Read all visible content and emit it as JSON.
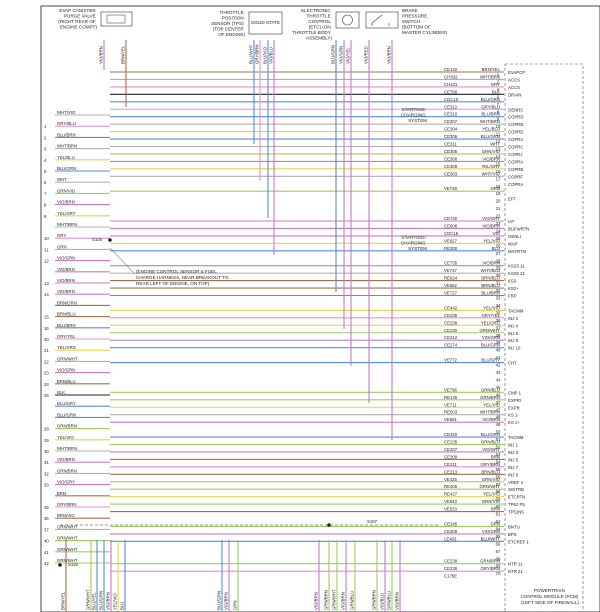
{
  "colors": {
    "border": "#333333",
    "background": "#ffffff",
    "wire_green": "#9ccf5a",
    "wire_yellow": "#e8d44a",
    "wire_violet": "#c67ac6",
    "wire_red": "#e05a6a",
    "wire_blue": "#5a8ad8",
    "wire_white": "#b0b0b0",
    "wire_pink": "#e58fd0",
    "wire_brown": "#a07050",
    "wire_black": "#222222"
  },
  "components": {
    "evap": [
      "EVAP CANISTER",
      "PURGE VALVE",
      "(RIGHT REAR OF",
      "ENGINE COMPT)"
    ],
    "tps": [
      "THROTTLE",
      "POSITION",
      "SENSOR (TPS)",
      "(TOP CENTER",
      "OF ENGINE)"
    ],
    "tps_state": "SOLID STATE",
    "etc": [
      "ELECTRONIC",
      "THROTTLE",
      "CONTROL",
      "(ETC) (ON",
      "THROTTLE BODY",
      "ASSEMBLY)"
    ],
    "brake": [
      "BRAKE",
      "PRESSURE",
      "SWITCH",
      "(BOTTOM OF",
      "MASTER CYLINDER)"
    ],
    "starting_1": [
      "STARTING/",
      "CHARGING",
      "SYSTEM"
    ],
    "starting_2": [
      "STARTING/",
      "CHARGING",
      "SYSTEM"
    ],
    "note": [
      "(ENGINE CONTROL SENSOR & FUEL",
      "CHARGE HARNESS, NEAR BREAKOUT TO",
      "REAR LEFT OF ENGINE, ON TOP)"
    ],
    "pcm": [
      "POWERTRAIN",
      "CONTROL MODULE (PCM)",
      "(LEFT SIDE OF FIREWALL)"
    ]
  },
  "splices": {
    "s105": "S105",
    "s107": "S107",
    "s118": "S118"
  },
  "top_wires": [
    {
      "label": "VIO/BRN"
    },
    {
      "label": "BRN/YEL"
    },
    {
      "label": "BLU/WHT"
    },
    {
      "label": "GRY/BRN"
    },
    {
      "label": "BLU/VIO"
    },
    {
      "label": "VIO/BLU"
    },
    {
      "label": "BLU/GRN"
    },
    {
      "label": "VIO/GRN"
    },
    {
      "label": "VIO/YEL"
    },
    {
      "label": "VIO/RED"
    },
    {
      "label": "VIO/BRN"
    }
  ],
  "left_signals": [
    {
      "num": "",
      "label": "WHT/VIO"
    },
    {
      "num": "1",
      "label": "GRY/BLU"
    },
    {
      "num": "2",
      "label": "BLU/BRN"
    },
    {
      "num": "3",
      "label": "WHT/BRN"
    },
    {
      "num": "4",
      "label": "YEL/BLU"
    },
    {
      "num": "5",
      "label": "BLU/GRN"
    },
    {
      "num": "6",
      "label": "WHT"
    },
    {
      "num": "7",
      "label": "GRN/VIO"
    },
    {
      "num": "8",
      "label": "VIO/BRN"
    },
    {
      "num": "9",
      "label": "YEL/GRY"
    },
    {
      "num": "",
      "label": "WHT/BRN"
    },
    {
      "num": "10",
      "label": "GRY"
    },
    {
      "num": "11",
      "label": "GRN"
    },
    {
      "num": "12",
      "label": "VIO/GRN"
    },
    {
      "num": "",
      "label": "VIO/BRN"
    },
    {
      "num": "13",
      "label": "VIO/BRN"
    },
    {
      "num": "14",
      "label": "VIO/BRN"
    },
    {
      "num": "",
      "label": "BRN/GRN"
    },
    {
      "num": "15",
      "label": "BRN/BLU"
    },
    {
      "num": "16",
      "label": "BLU/BRN"
    },
    {
      "num": "20",
      "label": "GRY/YEL"
    },
    {
      "num": "21",
      "label": "YEL/GRG"
    },
    {
      "num": "22",
      "label": "GRN/WHT"
    },
    {
      "num": "23",
      "label": "VIO/GRN"
    },
    {
      "num": "24",
      "label": "BRN/BLU"
    },
    {
      "num": "25",
      "label": "BLK"
    },
    {
      "num": "",
      "label": "BLU/GRY"
    },
    {
      "num": "",
      "label": "BLU/GRN"
    },
    {
      "num": "28",
      "label": "GRN/BRN"
    },
    {
      "num": "29",
      "label": "YEL/VIO"
    },
    {
      "num": "30",
      "label": "WHT/BRN"
    },
    {
      "num": "31",
      "label": "VIO/BRN"
    },
    {
      "num": "32",
      "label": "GRN/BRN"
    },
    {
      "num": "33",
      "label": "VIO/GRY"
    },
    {
      "num": "",
      "label": "BRN"
    },
    {
      "num": "35",
      "label": "GRY/BRN"
    },
    {
      "num": "36",
      "label": "BRN/VIO"
    },
    {
      "num": "37",
      "label": "GRN/WHT"
    },
    {
      "num": "40",
      "label": "GRN/WHT"
    },
    {
      "num": "41",
      "label": "GRN/WHT"
    },
    {
      "num": "42",
      "label": "GRN/WHT"
    }
  ],
  "pcm_rows": [
    {
      "code": "CE132",
      "color": "BRN/YEL",
      "pin": "1",
      "signal": "EVAPCP"
    },
    {
      "code": "CH302",
      "color": "WHT/BRN",
      "pin": "2",
      "signal": "ACCS"
    },
    {
      "code": "CH421",
      "color": "GRY",
      "pin": "4",
      "signal": "ACCS"
    },
    {
      "code": "CE766",
      "color": "BLK",
      "pin": "6",
      "signal": "DRAIN"
    },
    {
      "code": "CDC10",
      "color": "BLU/GRN",
      "pin": "7",
      "signal": ""
    },
    {
      "code": "CE312",
      "color": "GRY/BLU",
      "pin": "8",
      "signal": "GENRC"
    },
    {
      "code": "CE310",
      "color": "BLU/BRN",
      "pin": "9",
      "signal": "COPRD"
    },
    {
      "code": "CE307",
      "color": "WHT/BRN",
      "pin": "10",
      "signal": "COPRB"
    },
    {
      "code": "CE304",
      "color": "YEL/BLU",
      "pin": "11",
      "signal": "COPRD"
    },
    {
      "code": "CE306",
      "color": "BLU/GRN",
      "pin": "12",
      "signal": "COPR3"
    },
    {
      "code": "CE311",
      "color": "WHT",
      "pin": "13",
      "signal": "COPRC"
    },
    {
      "code": "CE305",
      "color": "GRN/VIO",
      "pin": "14",
      "signal": "COPRJ"
    },
    {
      "code": "CE308",
      "color": "VIO/BRN",
      "pin": "15",
      "signal": "COPRA"
    },
    {
      "code": "CE309",
      "color": "YEL/GRY",
      "pin": "16",
      "signal": "COPRB"
    },
    {
      "code": "CE303",
      "color": "WHT/VIO",
      "pin": "17",
      "signal": "COPRF"
    },
    {
      "code": "",
      "color": "",
      "pin": "18",
      "signal": "COPRA"
    },
    {
      "code": "VE728",
      "color": "GRN",
      "pin": "19",
      "signal": ""
    },
    {
      "code": "",
      "color": "",
      "pin": "20",
      "signal": "EFT"
    },
    {
      "code": "",
      "color": "",
      "pin": "21",
      "signal": ""
    },
    {
      "code": "",
      "color": "",
      "pin": "22",
      "signal": ""
    },
    {
      "code": "CE740",
      "color": "VIO/GRY",
      "pin": "23",
      "signal": "IAT"
    },
    {
      "code": "CE606",
      "color": "VIO/BRN",
      "pin": "24",
      "signal": "BUFWRTN"
    },
    {
      "code": "CDC15",
      "color": "VIO",
      "pin": "25",
      "signal": "GENLI"
    },
    {
      "code": "VE627",
      "color": "YEL/VIO",
      "pin": "26",
      "signal": "MAP"
    },
    {
      "code": "RE300",
      "color": "BLU",
      "pin": "27",
      "signal": "MAFRTN"
    },
    {
      "code": "",
      "color": "",
      "pin": "28",
      "signal": ""
    },
    {
      "code": "CE735",
      "color": "VIO/BRN",
      "pin": "29",
      "signal": "KS2S 11"
    },
    {
      "code": "VE737",
      "color": "WHT/BLU",
      "pin": "30",
      "signal": "KS2S 21"
    },
    {
      "code": "RE624",
      "color": "BRN/BLU",
      "pin": "31",
      "signal": "KS2-"
    },
    {
      "code": "VE662",
      "color": "BRN/BLU",
      "pin": "32",
      "signal": "KS2+"
    },
    {
      "code": "VE727",
      "color": "BLU/BRN",
      "pin": "33",
      "signal": "FRP"
    },
    {
      "code": "",
      "color": "",
      "pin": "34",
      "signal": ""
    },
    {
      "code": "CE442",
      "color": "YEL/VIO",
      "pin": "35",
      "signal": "TACMM"
    },
    {
      "code": "CE236",
      "color": "GRY/YEL",
      "pin": "36",
      "signal": "INJ 2"
    },
    {
      "code": "CE238",
      "color": "YEL/GRG",
      "pin": "37",
      "signal": "INJ 4"
    },
    {
      "code": "CE230",
      "color": "GRN/WHT",
      "pin": "38",
      "signal": "INJ 6"
    },
    {
      "code": "CE212",
      "color": "VIO/GRN",
      "pin": "39",
      "signal": "INJ 8"
    },
    {
      "code": "CE274",
      "color": "BLU/GRN",
      "pin": "40",
      "signal": "INJ 10"
    },
    {
      "code": "",
      "color": "",
      "pin": "41",
      "signal": ""
    },
    {
      "code": "VE772",
      "color": "BLU/GRY",
      "pin": "42",
      "signal": "CHT"
    },
    {
      "code": "",
      "color": "",
      "pin": "43",
      "signal": ""
    },
    {
      "code": "",
      "color": "",
      "pin": "44",
      "signal": ""
    },
    {
      "code": "",
      "color": "",
      "pin": "45",
      "signal": ""
    },
    {
      "code": "VE796",
      "color": "GRN/BLU",
      "pin": "46",
      "signal": "CMP 1"
    },
    {
      "code": "RE136",
      "color": "GRN/BRN",
      "pin": "47",
      "signal": "EXPRI"
    },
    {
      "code": "VE711",
      "color": "YEL/VIO",
      "pin": "47",
      "signal": "EXPR"
    },
    {
      "code": "RE503",
      "color": "WHT/BRN",
      "pin": "48",
      "signal": "KS 1-"
    },
    {
      "code": "VE661",
      "color": "VIO/BRN",
      "pin": "49",
      "signal": "KS 1+"
    },
    {
      "code": "",
      "color": "",
      "pin": "50",
      "signal": ""
    },
    {
      "code": "CE420",
      "color": "BLU/GRN",
      "pin": "51",
      "signal": "TACMM"
    },
    {
      "code": "CE235",
      "color": "GRN/BLU",
      "pin": "52",
      "signal": "INJ 1"
    },
    {
      "code": "CE207",
      "color": "VIO/GRY",
      "pin": "53",
      "signal": "INJ 3"
    },
    {
      "code": "CE209",
      "color": "BRN",
      "pin": "54",
      "signal": "INJ 5"
    },
    {
      "code": "CE211",
      "color": "GRY/BRN",
      "pin": "55",
      "signal": "INJ 7"
    },
    {
      "code": "CE213",
      "color": "BRN/BLU",
      "pin": "56",
      "signal": "INJ 9"
    },
    {
      "code": "VE425",
      "color": "GRN/VIO",
      "pin": "57",
      "signal": "VREF 2"
    },
    {
      "code": "RE405",
      "color": "GRN/WHT",
      "pin": "58",
      "signal": "SIGTRB"
    },
    {
      "code": "RE427",
      "color": "YEL/VIO",
      "pin": "59",
      "signal": "ETCRTN"
    },
    {
      "code": "VE943",
      "color": "GRN/VIO",
      "pin": "60",
      "signal": "TP62 P5"
    },
    {
      "code": "VE633",
      "color": "BRN",
      "pin": "61",
      "signal": "TP51N5"
    },
    {
      "code": "",
      "color": "",
      "pin": "62",
      "signal": ""
    },
    {
      "code": "CE345",
      "color": "GRN",
      "pin": "64",
      "signal": "BNTU"
    },
    {
      "code": "CE309",
      "color": "VIO/GRN",
      "pin": "65",
      "signal": "BPS"
    },
    {
      "code": "LE403",
      "color": "BLU/WHT",
      "pin": "66",
      "signal": "ETCREF 1"
    },
    {
      "code": "",
      "color": "",
      "pin": "67",
      "signal": ""
    },
    {
      "code": "",
      "color": "",
      "pin": "68",
      "signal": ""
    },
    {
      "code": "CE238",
      "color": "GRN/BRN",
      "pin": "69",
      "signal": "NTR 11"
    },
    {
      "code": "CE238",
      "color": "GRY/BRN",
      "pin": "70",
      "signal": "NTR 21"
    },
    {
      "code": "C175E",
      "color": "",
      "pin": "",
      "signal": ""
    }
  ],
  "bottom_wires": [
    {
      "label": "BRN/YEL"
    },
    {
      "label": "GRN/WHT"
    },
    {
      "label": "BLU/YEL"
    },
    {
      "label": "BLU/GRN"
    },
    {
      "label": "VIO/BRN"
    },
    {
      "label": "YEL/VIO"
    },
    {
      "label": "BLU"
    },
    {
      "label": "BLU/GRN"
    },
    {
      "label": "VIO/BRN"
    },
    {
      "label": "GRN"
    },
    {
      "label": "VIO/BRN"
    },
    {
      "label": "GRN/BRN"
    },
    {
      "label": "GRN/WHT"
    },
    {
      "label": "VIO/BRN"
    },
    {
      "label": "GRN/BLU"
    },
    {
      "label": "GRN/BRN"
    },
    {
      "label": "VIO/BLU"
    },
    {
      "label": "GRN/BLU"
    },
    {
      "label": "VIO/BRN"
    }
  ]
}
